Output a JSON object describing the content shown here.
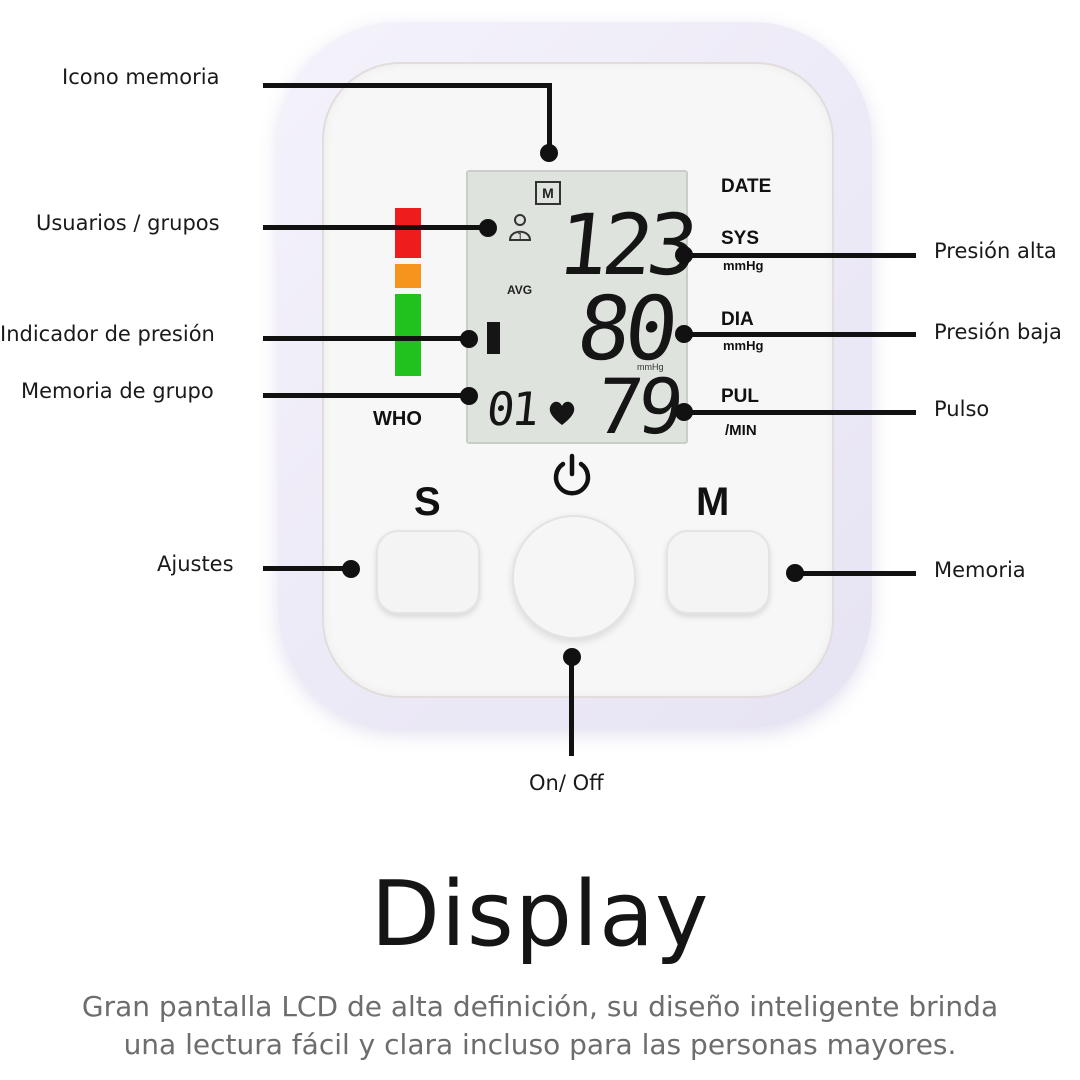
{
  "annotations": {
    "icono_memoria": "Icono memoria",
    "usuarios": "Usuarios / grupos",
    "indicador": "Indicador de presión",
    "memoria_grupo": "Memoria de grupo",
    "ajustes": "Ajustes",
    "on_off": "On/ Off",
    "presion_alta": "Presión alta",
    "presion_baja": "Presión baja",
    "pulso": "Pulso",
    "memoria": "Memoria"
  },
  "device": {
    "date": "DATE",
    "sys": "SYS",
    "sys_unit": "mmHg",
    "dia": "DIA",
    "dia_unit": "mmHg",
    "pul": "PUL",
    "pul_unit": "/MIN",
    "who": "WHO",
    "btn_s": "S",
    "btn_m": "M"
  },
  "lcd": {
    "mem_icon": "M",
    "sys_value": "123",
    "dia_value": "80",
    "pulse_value": "79",
    "group_memory": "01",
    "avg": "AVG",
    "unit_small": "mmHg"
  },
  "colors": {
    "red": "#ee1c1c",
    "orange": "#f7941d",
    "green": "#22c21e"
  },
  "heading": {
    "title": "Display",
    "line1": "Gran pantalla LCD de alta definición, su diseño inteligente brinda",
    "line2": "una lectura fácil y clara incluso para las personas mayores."
  }
}
